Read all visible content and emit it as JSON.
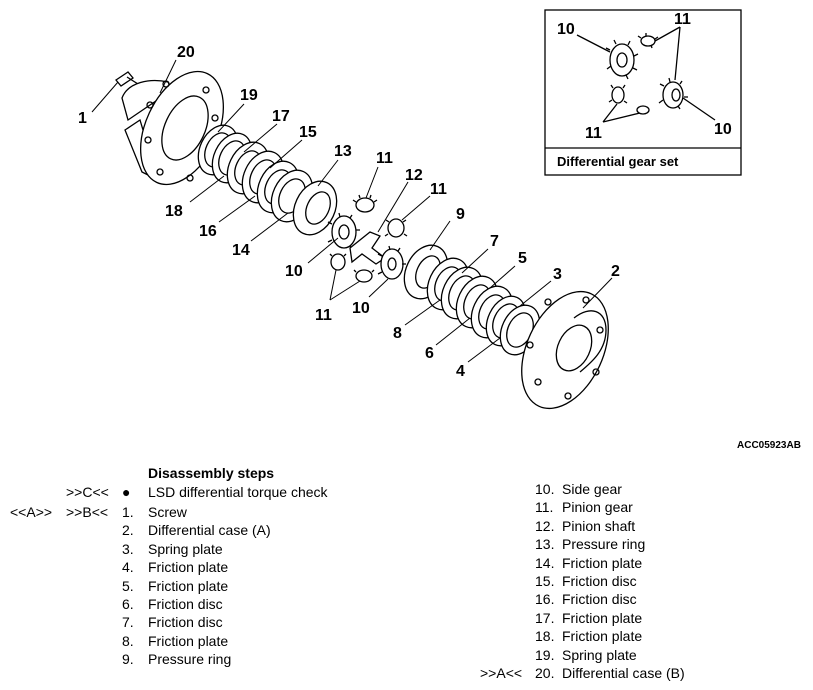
{
  "inset": {
    "caption": "Differential gear set",
    "callouts": [
      "10",
      "11",
      "11",
      "10"
    ]
  },
  "callouts": [
    "20",
    "19",
    "17",
    "15",
    "13",
    "11",
    "12",
    "11",
    "9",
    "7",
    "5",
    "3",
    "2",
    "1",
    "18",
    "16",
    "14",
    "10",
    "11",
    "10",
    "8",
    "6",
    "4"
  ],
  "code_id": "ACC05923AB",
  "steps": {
    "title": "Disassembly steps",
    "check": {
      "marker": ">>C<<",
      "bullet": "●",
      "text": "LSD differential torque check"
    },
    "left": [
      {
        "pre": "<<A>>",
        "mark": ">>B<<",
        "num": "1.",
        "text": "Screw"
      },
      {
        "pre": "",
        "mark": "",
        "num": "2.",
        "text": "Differential case (A)"
      },
      {
        "pre": "",
        "mark": "",
        "num": "3.",
        "text": "Spring plate"
      },
      {
        "pre": "",
        "mark": "",
        "num": "4.",
        "text": "Friction plate"
      },
      {
        "pre": "",
        "mark": "",
        "num": "5.",
        "text": "Friction plate"
      },
      {
        "pre": "",
        "mark": "",
        "num": "6.",
        "text": "Friction disc"
      },
      {
        "pre": "",
        "mark": "",
        "num": "7.",
        "text": "Friction disc"
      },
      {
        "pre": "",
        "mark": "",
        "num": "8.",
        "text": "Friction plate"
      },
      {
        "pre": "",
        "mark": "",
        "num": "9.",
        "text": "Pressure ring"
      }
    ],
    "right": [
      {
        "mark": "",
        "num": "10.",
        "text": "Side gear"
      },
      {
        "mark": "",
        "num": "11.",
        "text": "Pinion gear"
      },
      {
        "mark": "",
        "num": "12.",
        "text": "Pinion shaft"
      },
      {
        "mark": "",
        "num": "13.",
        "text": "Pressure ring"
      },
      {
        "mark": "",
        "num": "14.",
        "text": "Friction plate"
      },
      {
        "mark": "",
        "num": "15.",
        "text": "Friction disc"
      },
      {
        "mark": "",
        "num": "16.",
        "text": "Friction disc"
      },
      {
        "mark": "",
        "num": "17.",
        "text": "Friction plate"
      },
      {
        "mark": "",
        "num": "18.",
        "text": "Friction plate"
      },
      {
        "mark": "",
        "num": "19.",
        "text": "Spring plate"
      },
      {
        "mark": ">>A<<",
        "num": "20.",
        "text": "Differential case (B)"
      }
    ]
  }
}
